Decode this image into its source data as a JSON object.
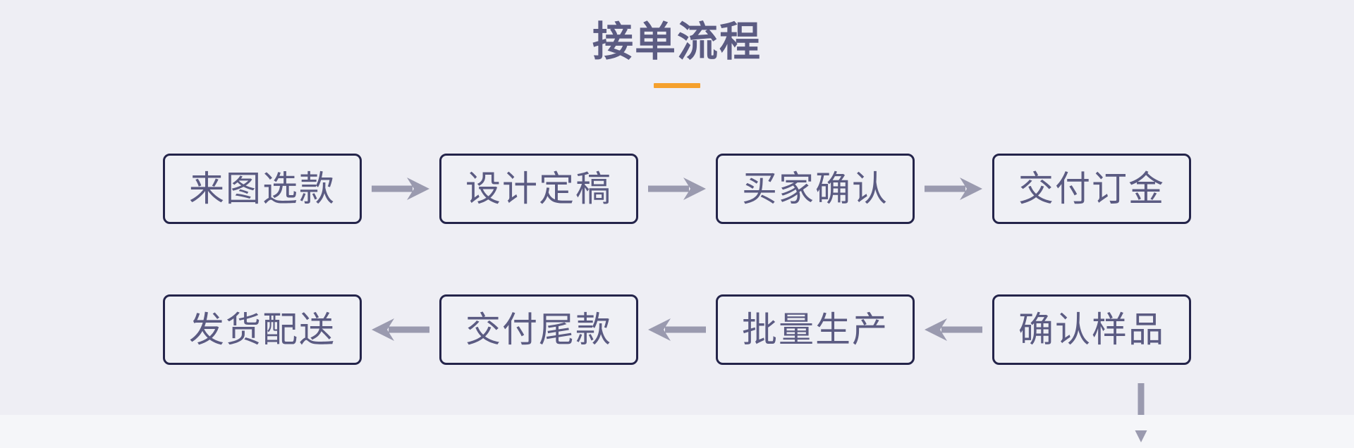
{
  "page": {
    "title": "接单流程",
    "accent_color": "#f5a02d",
    "node_text_color": "#5b5b82",
    "node_border_color": "#24244a",
    "arrow_color": "#9a9aaf",
    "background_color": "#eeeef4"
  },
  "flow": {
    "row1": [
      {
        "label": "来图选款"
      },
      {
        "label": "设计定稿"
      },
      {
        "label": "买家确认"
      },
      {
        "label": "交付订金"
      }
    ],
    "row2": [
      {
        "label": "发货配送"
      },
      {
        "label": "交付尾款"
      },
      {
        "label": "批量生产"
      },
      {
        "label": "确认样品"
      }
    ],
    "connectors": {
      "row1_direction": "right",
      "row2_direction": "left",
      "vertical_direction": "down"
    }
  }
}
